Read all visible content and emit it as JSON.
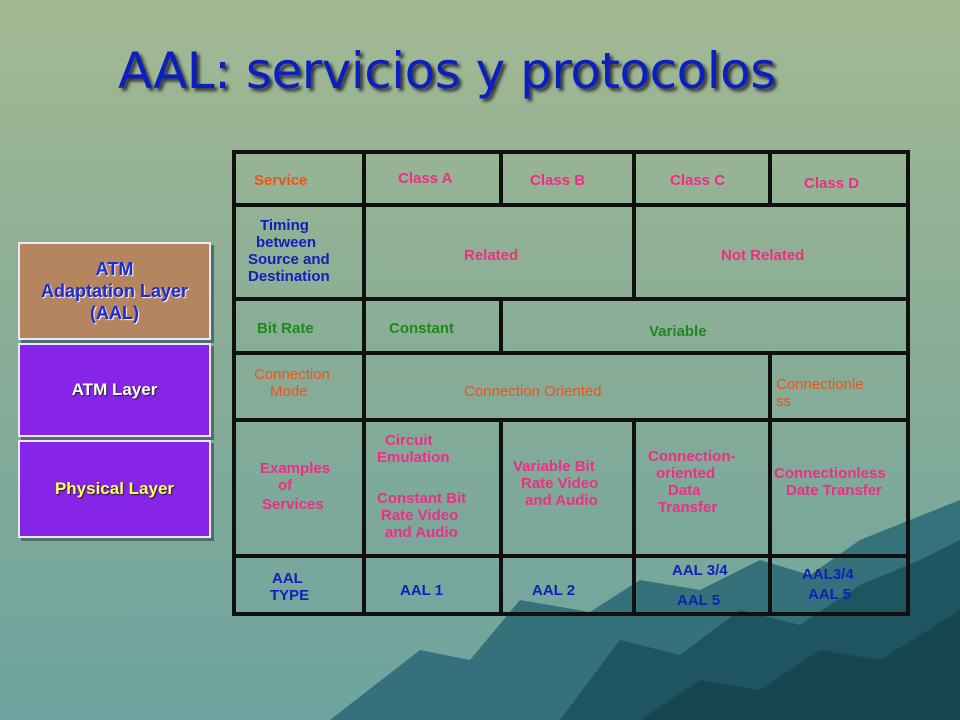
{
  "title": "AAL: servicios y protocolos",
  "layers": {
    "aal_line1": "ATM",
    "aal_line2": "Adaptation Layer",
    "aal_line3": "(AAL)",
    "atm": "ATM Layer",
    "physical": "Physical Layer"
  },
  "table": {
    "header": {
      "label": "Service",
      "class_a": "Class A",
      "class_b": "Class B",
      "class_c": "Class C",
      "class_d": "Class D"
    },
    "timing": {
      "label": [
        "Timing",
        "between",
        "Source and",
        "Destination"
      ],
      "related": "Related",
      "not_related": "Not Related"
    },
    "bitrate": {
      "label": "Bit Rate",
      "constant": "Constant",
      "variable": "Variable"
    },
    "mode": {
      "label": [
        "Connection",
        "Mode"
      ],
      "oriented": "Connection Oriented",
      "connectionless": [
        "Connectionle",
        "ss"
      ]
    },
    "examples": {
      "label": [
        "Examples",
        "of",
        "Services"
      ],
      "class_a_1": [
        "Circuit",
        "Emulation"
      ],
      "class_a_2": [
        "Constant Bit",
        "Rate Video",
        "and Audio"
      ],
      "class_b": [
        "Variable Bit",
        "Rate Video",
        "and Audio"
      ],
      "class_c": [
        "Connection-",
        "oriented",
        "Data",
        "Transfer"
      ],
      "class_d": [
        "Connectionless",
        "Date Transfer"
      ]
    },
    "aal_type": {
      "label": [
        "AAL",
        "TYPE"
      ],
      "class_a": "AAL 1",
      "class_b": "AAL 2",
      "class_c_1": "AAL 3/4",
      "class_c_2": "AAL 5",
      "class_d_1": "AAL3/4",
      "class_d_2": "AAL 5"
    }
  }
}
